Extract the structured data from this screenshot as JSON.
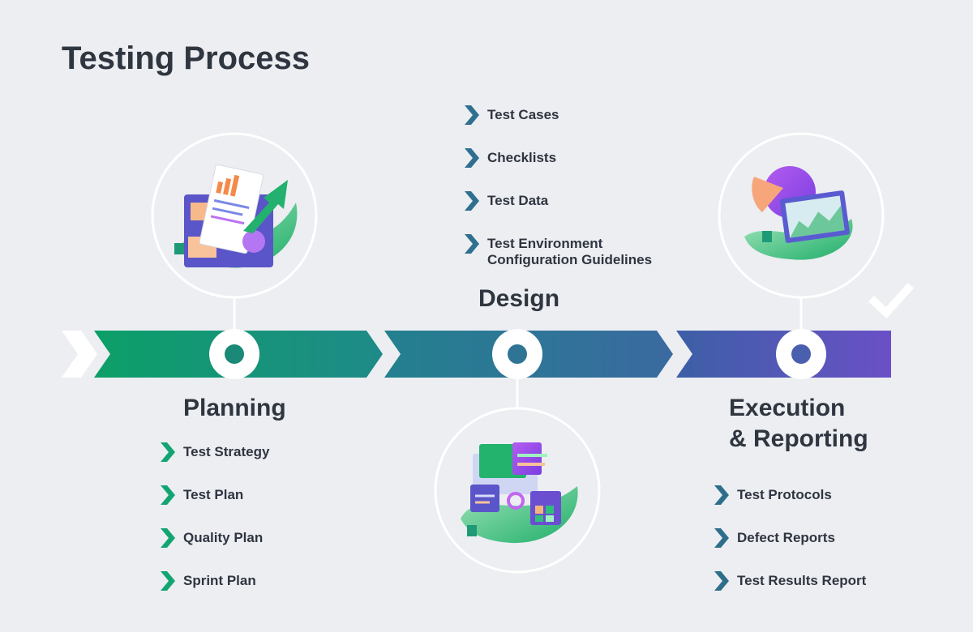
{
  "title": "Testing Process",
  "colors": {
    "background": "#eceef2",
    "arrow_green": "#0f9f6e",
    "arrow_teal": "#2a7d97",
    "arrow_purple": "#6a52c7",
    "chevron_green": "#12a572",
    "chevron_blue": "#2f6f8f",
    "chevron_steel": "#2e6e8a",
    "text": "#2f3640"
  },
  "stages": [
    {
      "name": "Planning",
      "icon": "planning-chart-icon",
      "items": [
        "Test Strategy",
        "Test Plan",
        "Quality Plan",
        "Sprint Plan"
      ]
    },
    {
      "name": "Design",
      "icon": "design-layout-icon",
      "items": [
        "Test Cases",
        "Checklists",
        "Test Data",
        "Test Environment\nConfiguration Guidelines"
      ]
    },
    {
      "name": "Execution\n& Reporting",
      "icon": "execution-report-icon",
      "items": [
        "Test Protocols",
        "Defect Reports",
        "Test Results Report"
      ]
    }
  ],
  "completion_icon": "checkmark-icon"
}
